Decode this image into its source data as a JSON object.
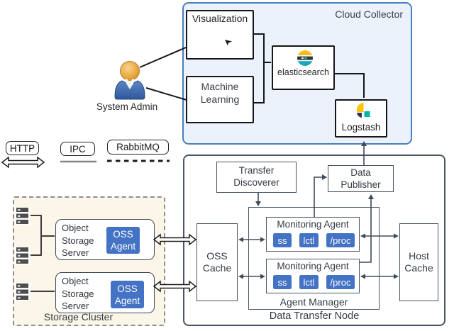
{
  "colors": {
    "accent_blue": "#4472c4",
    "cloud_border": "#4a7ec0",
    "cloud_bg": "#ecf2fb",
    "storage_bg": "#fbf6e7",
    "slate_border": "#4a5563",
    "elastic_yellow": "#f4bd19",
    "elastic_teal": "#00a9a5",
    "elastic_dark": "#343741"
  },
  "icons": {
    "system_admin": "person-icon",
    "storage_server": "server-rack-icon",
    "elasticsearch": "elasticsearch-logo-icon",
    "logstash": "logstash-logo-icon",
    "visualization_cursor": "cursor-icon"
  },
  "cloud_collector": {
    "title": "Cloud Collector",
    "visualization_label": "Visualization",
    "machine_learning": {
      "line1": "Machine",
      "line2": "Learning"
    },
    "elasticsearch_label": "elasticsearch",
    "logstash_label": "Logstash"
  },
  "system_admin": {
    "label": "System Admin"
  },
  "legend": {
    "http": "HTTP",
    "ipc": "IPC",
    "rabbitmq": "RabbitMQ"
  },
  "data_transfer_node": {
    "title": "Data Transfer Node",
    "transfer_discoverer": {
      "line1": "Transfer",
      "line2": "Discoverer"
    },
    "data_publisher": {
      "line1": "Data",
      "line2": "Publisher"
    },
    "oss_cache": {
      "line1": "OSS",
      "line2": "Cache"
    },
    "host_cache": {
      "line1": "Host",
      "line2": "Cache"
    },
    "agent_manager_label": "Agent Manager",
    "monitoring_agents": [
      {
        "title": "Monitoring Agent",
        "badges": [
          "ss",
          "lctl",
          "/proc"
        ]
      },
      {
        "title": "Monitoring Agent",
        "badges": [
          "ss",
          "lctl",
          "/proc"
        ]
      }
    ]
  },
  "storage_cluster": {
    "title": "Storage Cluster",
    "servers": [
      {
        "line1": "Object",
        "line2": "Storage",
        "line3": "Server",
        "badge_line1": "OSS",
        "badge_line2": "Agent"
      },
      {
        "line1": "Object",
        "line2": "Storage",
        "line3": "Server",
        "badge_line1": "OSS",
        "badge_line2": "Agent"
      }
    ]
  }
}
